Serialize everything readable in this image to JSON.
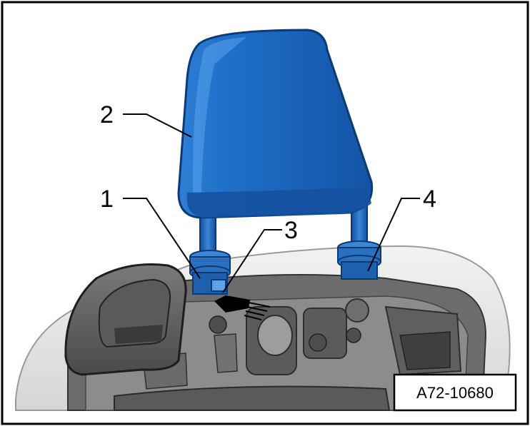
{
  "figure": {
    "id_label": "A72-10680"
  },
  "callouts": [
    {
      "number": "1",
      "part": "guide-left"
    },
    {
      "number": "2",
      "part": "head-restraint"
    },
    {
      "number": "3",
      "part": "release-button"
    },
    {
      "number": "4",
      "part": "guide-right"
    }
  ],
  "colors": {
    "part_blue": "#1c63b5",
    "part_blue_light": "#3f8fe0",
    "seat_gray": "#8a8a8a",
    "seat_light": "#e8e8e8",
    "outline": "#000000"
  }
}
